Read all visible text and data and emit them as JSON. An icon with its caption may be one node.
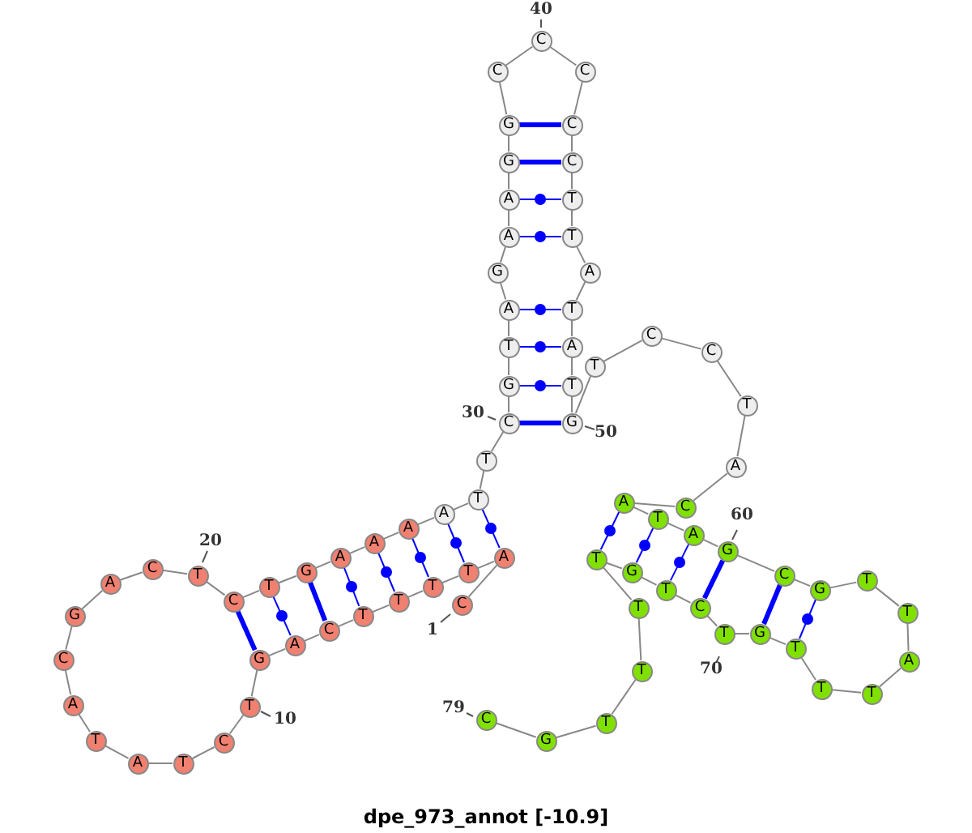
{
  "diagram": {
    "title": "dpe_973_annot [-10.9]",
    "nodes": [
      {
        "text": [
          "C"
        ],
        "beside": [
          "1"
        ]
      },
      {
        "text": [
          "A"
        ]
      },
      {
        "text": [
          "T"
        ]
      },
      {
        "text": [
          "T"
        ]
      },
      {
        "text": [
          "T"
        ]
      },
      {
        "text": [
          "T"
        ]
      },
      {
        "text": [
          "C"
        ]
      },
      {
        "text": [
          "A"
        ]
      },
      {
        "text": [
          "G"
        ]
      },
      {
        "text": [
          "T"
        ],
        "beside": [
          "10"
        ]
      },
      {
        "text": [
          "C"
        ]
      },
      {
        "text": [
          "T"
        ]
      },
      {
        "text": [
          "A"
        ]
      },
      {
        "text": [
          "T"
        ]
      },
      {
        "text": [
          "A"
        ]
      },
      {
        "text": [
          "C"
        ]
      },
      {
        "text": [
          "G"
        ]
      },
      {
        "text": [
          "A"
        ]
      },
      {
        "text": [
          "C"
        ]
      },
      {
        "text": [
          "T"
        ],
        "beside": [
          "20"
        ]
      },
      {
        "text": [
          "C"
        ]
      },
      {
        "text": [
          "T"
        ]
      },
      {
        "text": [
          "G"
        ]
      },
      {
        "text": [
          "A"
        ]
      },
      {
        "text": [
          "A"
        ]
      },
      {
        "text": [
          "A"
        ]
      },
      {
        "text": [
          "A"
        ]
      },
      {
        "text": [
          "T"
        ]
      },
      {
        "text": [
          "T"
        ]
      },
      {
        "text": [
          "C"
        ],
        "beside": [
          "30"
        ]
      },
      {
        "text": [
          "G"
        ]
      },
      {
        "text": [
          "T"
        ]
      },
      {
        "text": [
          "A"
        ]
      },
      {
        "text": [
          "G"
        ]
      },
      {
        "text": [
          "A"
        ]
      },
      {
        "text": [
          "A"
        ]
      },
      {
        "text": [
          "G"
        ]
      },
      {
        "text": [
          "G"
        ]
      },
      {
        "text": [
          "C"
        ]
      },
      {
        "text": [
          "C"
        ],
        "beside": [
          "40"
        ]
      },
      {
        "text": [
          "C"
        ]
      },
      {
        "text": [
          "C"
        ]
      },
      {
        "text": [
          "C"
        ]
      },
      {
        "text": [
          "T"
        ]
      },
      {
        "text": [
          "T"
        ]
      },
      {
        "text": [
          "A"
        ]
      },
      {
        "text": [
          "T"
        ]
      },
      {
        "text": [
          "A"
        ]
      },
      {
        "text": [
          "T"
        ]
      },
      {
        "text": [
          "G"
        ],
        "beside": [
          "50"
        ]
      },
      {
        "text": [
          "T"
        ]
      },
      {
        "text": [
          "C"
        ]
      },
      {
        "text": [
          "C"
        ]
      },
      {
        "text": [
          "T"
        ]
      },
      {
        "text": [
          "A"
        ]
      },
      {
        "text": [
          "C"
        ]
      },
      {
        "text": [
          "A"
        ]
      },
      {
        "text": [
          "T"
        ]
      },
      {
        "text": [
          "A"
        ]
      },
      {
        "text": [
          "G"
        ],
        "beside": [
          "60"
        ]
      },
      {
        "text": [
          "C"
        ]
      },
      {
        "text": [
          "G"
        ]
      },
      {
        "text": [
          "T"
        ]
      },
      {
        "text": [
          "T"
        ]
      },
      {
        "text": [
          "A"
        ]
      },
      {
        "text": [
          "T"
        ]
      },
      {
        "text": [
          "T"
        ]
      },
      {
        "text": [
          "T"
        ]
      },
      {
        "text": [
          "G"
        ]
      },
      {
        "text": [
          "T"
        ],
        "beside": [
          "70"
        ]
      },
      {
        "text": [
          "C"
        ]
      },
      {
        "text": [
          "T"
        ]
      },
      {
        "text": [
          "G"
        ]
      },
      {
        "text": [
          "T"
        ]
      },
      {
        "text": [
          "T"
        ]
      },
      {
        "text": [
          "T"
        ]
      },
      {
        "text": [
          "T"
        ]
      },
      {
        "text": [
          "G"
        ]
      },
      {
        "text": [
          "C"
        ],
        "beside": [
          "79"
        ]
      }
    ],
    "edges": [
      {
        "from": 0,
        "to": 1,
        "arrow": "none"
      },
      {
        "from": 1,
        "to": 2,
        "arrow": "none"
      },
      {
        "from": 2,
        "to": 3,
        "arrow": "none"
      },
      {
        "from": 3,
        "to": 4,
        "arrow": "none"
      },
      {
        "from": 4,
        "to": 5,
        "arrow": "none"
      },
      {
        "from": 5,
        "to": 6,
        "arrow": "none"
      },
      {
        "from": 6,
        "to": 7,
        "arrow": "none"
      },
      {
        "from": 7,
        "to": 8,
        "arrow": "none"
      },
      {
        "from": 8,
        "to": 9,
        "arrow": "none"
      },
      {
        "from": 9,
        "to": 10,
        "arrow": "none"
      },
      {
        "from": 10,
        "to": 11,
        "arrow": "none"
      },
      {
        "from": 11,
        "to": 12,
        "arrow": "none"
      },
      {
        "from": 12,
        "to": 13,
        "arrow": "none"
      },
      {
        "from": 13,
        "to": 14,
        "arrow": "none"
      },
      {
        "from": 14,
        "to": 15,
        "arrow": "none"
      },
      {
        "from": 15,
        "to": 16,
        "arrow": "none"
      },
      {
        "from": 16,
        "to": 17,
        "arrow": "none"
      },
      {
        "from": 17,
        "to": 18,
        "arrow": "none"
      },
      {
        "from": 18,
        "to": 19,
        "arrow": "none"
      },
      {
        "from": 19,
        "to": 20,
        "arrow": "none"
      },
      {
        "from": 20,
        "to": 21,
        "arrow": "none"
      },
      {
        "from": 21,
        "to": 22,
        "arrow": "none"
      },
      {
        "from": 22,
        "to": 23,
        "arrow": "none"
      },
      {
        "from": 23,
        "to": 24,
        "arrow": "none"
      },
      {
        "from": 24,
        "to": 25,
        "arrow": "none"
      },
      {
        "from": 25,
        "to": 26,
        "arrow": "none"
      },
      {
        "from": 26,
        "to": 27,
        "arrow": "none"
      },
      {
        "from": 27,
        "to": 28,
        "arrow": "none"
      },
      {
        "from": 28,
        "to": 29,
        "arrow": "none"
      },
      {
        "from": 29,
        "to": 30,
        "arrow": "none"
      },
      {
        "from": 30,
        "to": 31,
        "arrow": "none"
      },
      {
        "from": 31,
        "to": 32,
        "arrow": "none"
      },
      {
        "from": 32,
        "to": 33,
        "arrow": "none"
      },
      {
        "from": 33,
        "to": 34,
        "arrow": "none"
      },
      {
        "from": 34,
        "to": 35,
        "arrow": "none"
      },
      {
        "from": 35,
        "to": 36,
        "arrow": "none"
      },
      {
        "from": 36,
        "to": 37,
        "arrow": "none"
      },
      {
        "from": 37,
        "to": 38,
        "arrow": "none"
      },
      {
        "from": 38,
        "to": 39,
        "arrow": "none"
      },
      {
        "from": 39,
        "to": 40,
        "arrow": "none"
      },
      {
        "from": 40,
        "to": 41,
        "arrow": "none"
      },
      {
        "from": 41,
        "to": 42,
        "arrow": "none"
      },
      {
        "from": 42,
        "to": 43,
        "arrow": "none"
      },
      {
        "from": 43,
        "to": 44,
        "arrow": "none"
      },
      {
        "from": 44,
        "to": 45,
        "arrow": "none"
      },
      {
        "from": 45,
        "to": 46,
        "arrow": "none"
      },
      {
        "from": 46,
        "to": 47,
        "arrow": "none"
      },
      {
        "from": 47,
        "to": 48,
        "arrow": "none"
      },
      {
        "from": 48,
        "to": 49,
        "arrow": "none"
      },
      {
        "from": 49,
        "to": 50,
        "arrow": "none"
      },
      {
        "from": 50,
        "to": 51,
        "arrow": "none"
      },
      {
        "from": 51,
        "to": 52,
        "arrow": "none"
      },
      {
        "from": 52,
        "to": 53,
        "arrow": "none"
      },
      {
        "from": 53,
        "to": 54,
        "arrow": "none"
      },
      {
        "from": 54,
        "to": 55,
        "arrow": "none"
      },
      {
        "from": 55,
        "to": 56,
        "arrow": "none"
      },
      {
        "from": 56,
        "to": 57,
        "arrow": "none"
      },
      {
        "from": 57,
        "to": 58,
        "arrow": "none"
      },
      {
        "from": 58,
        "to": 59,
        "arrow": "none"
      },
      {
        "from": 59,
        "to": 60,
        "arrow": "none"
      },
      {
        "from": 60,
        "to": 61,
        "arrow": "none"
      },
      {
        "from": 61,
        "to": 62,
        "arrow": "none"
      },
      {
        "from": 62,
        "to": 63,
        "arrow": "none"
      },
      {
        "from": 63,
        "to": 64,
        "arrow": "none"
      },
      {
        "from": 64,
        "to": 65,
        "arrow": "none"
      },
      {
        "from": 65,
        "to": 66,
        "arrow": "none"
      },
      {
        "from": 66,
        "to": 67,
        "arrow": "none"
      },
      {
        "from": 67,
        "to": 68,
        "arrow": "none"
      },
      {
        "from": 68,
        "to": 69,
        "arrow": "none"
      },
      {
        "from": 69,
        "to": 70,
        "arrow": "none"
      },
      {
        "from": 70,
        "to": 71,
        "arrow": "none"
      },
      {
        "from": 71,
        "to": 72,
        "arrow": "none"
      },
      {
        "from": 72,
        "to": 73,
        "arrow": "none"
      },
      {
        "from": 73,
        "to": 74,
        "arrow": "none"
      },
      {
        "from": 74,
        "to": 75,
        "arrow": "none"
      },
      {
        "from": 75,
        "to": 76,
        "arrow": "none"
      },
      {
        "from": 76,
        "to": 77,
        "arrow": "none"
      },
      {
        "from": 77,
        "to": 78,
        "arrow": "none"
      },
      {
        "from": 1,
        "to": 27,
        "arrow": "none",
        "color": "#0000ff"
      },
      {
        "from": 2,
        "to": 26,
        "arrow": "none",
        "color": "#0000ff"
      },
      {
        "from": 3,
        "to": 25,
        "arrow": "none",
        "color": "#0000ff"
      },
      {
        "from": 4,
        "to": 24,
        "arrow": "none",
        "color": "#0000ff"
      },
      {
        "from": 5,
        "to": 23,
        "arrow": "none",
        "color": "#0000ff"
      },
      {
        "from": 6,
        "to": 22,
        "arrow": "none",
        "style": "thick",
        "color": "#0000ff"
      },
      {
        "from": 7,
        "to": 21,
        "arrow": "none",
        "color": "#0000ff"
      },
      {
        "from": 8,
        "to": 20,
        "arrow": "none",
        "style": "thick",
        "color": "#0000ff"
      },
      {
        "from": 29,
        "to": 49,
        "arrow": "none",
        "style": "thick",
        "color": "#0000ff"
      },
      {
        "from": 30,
        "to": 48,
        "arrow": "none",
        "color": "#0000ff"
      },
      {
        "from": 31,
        "to": 47,
        "arrow": "none",
        "color": "#0000ff"
      },
      {
        "from": 32,
        "to": 46,
        "arrow": "none",
        "color": "#0000ff"
      },
      {
        "from": 34,
        "to": 44,
        "arrow": "none",
        "color": "#0000ff"
      },
      {
        "from": 35,
        "to": 43,
        "arrow": "none",
        "color": "#0000ff"
      },
      {
        "from": 36,
        "to": 42,
        "arrow": "none",
        "style": "thick",
        "color": "#0000ff"
      },
      {
        "from": 37,
        "to": 41,
        "arrow": "none",
        "style": "thick",
        "color": "#0000ff"
      },
      {
        "from": 56,
        "to": 73,
        "arrow": "none",
        "color": "#0000ff"
      },
      {
        "from": 57,
        "to": 72,
        "arrow": "none",
        "color": "#0000ff"
      },
      {
        "from": 58,
        "to": 71,
        "arrow": "none",
        "color": "#0000ff"
      },
      {
        "from": 59,
        "to": 70,
        "arrow": "none",
        "style": "thick",
        "color": "#0000ff"
      },
      {
        "from": 60,
        "to": 68,
        "arrow": "none",
        "style": "thick",
        "color": "#0000ff"
      },
      {
        "from": 61,
        "to": 67,
        "arrow": "none",
        "color": "#0000ff"
      }
    ]
  }
}
